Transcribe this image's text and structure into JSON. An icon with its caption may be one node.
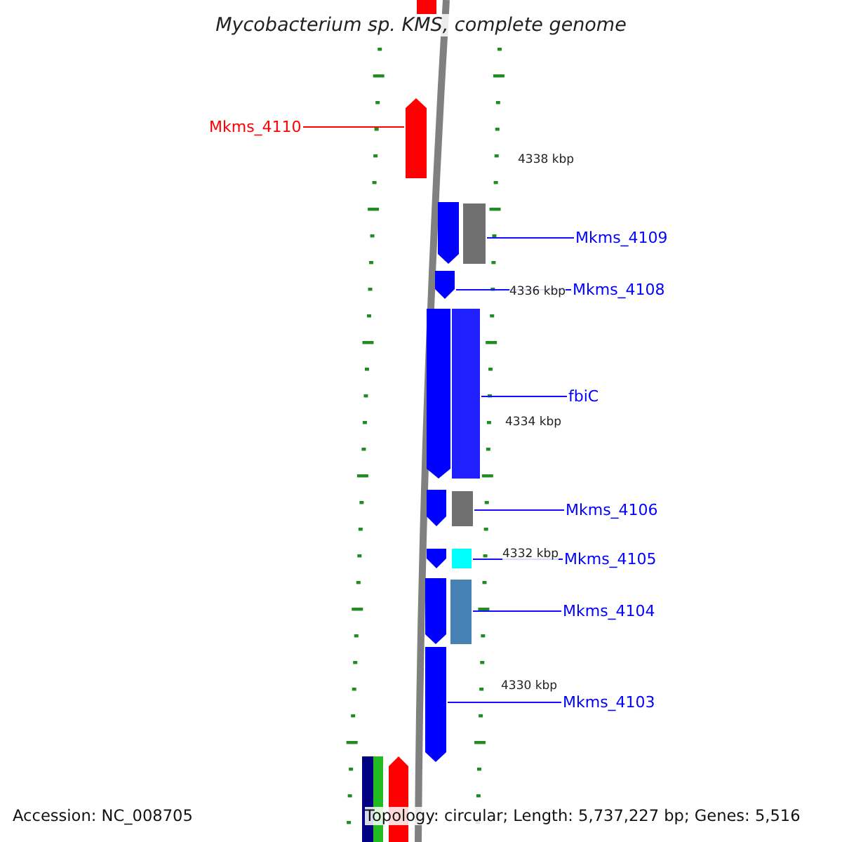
{
  "diagram": {
    "title": "Mycobacterium sp. KMS, complete genome",
    "nodes": [
      {
        "text": [
          "Mkms_4110"
        ]
      },
      {
        "text": [
          "Mkms_4109"
        ]
      },
      {
        "text": [
          "Mkms_4108"
        ]
      },
      {
        "text": [
          "fbiC"
        ]
      },
      {
        "text": [
          "Mkms_4106"
        ]
      },
      {
        "text": [
          "Mkms_4105"
        ]
      },
      {
        "text": [
          "Mkms_4104"
        ]
      },
      {
        "text": [
          "Mkms_4103"
        ]
      },
      {
        "text": [],
        "shape": "bar"
      },
      {
        "text": [],
        "shape": "bar"
      },
      {
        "text": [],
        "shape": "bar"
      },
      {
        "text": [],
        "shape": "bar"
      },
      {
        "text": [],
        "shape": "bar"
      },
      {
        "text": [],
        "shape": "bar"
      },
      {
        "text": [],
        "shape": "bar"
      },
      {
        "text": [],
        "shape": "bar"
      },
      {
        "text": [],
        "shape": "bar"
      },
      {
        "text": [],
        "shape": "bar"
      },
      {
        "text": [],
        "shape": "bar"
      },
      {
        "text": [],
        "shape": "bar"
      },
      {
        "text": [],
        "shape": "bar"
      },
      {
        "text": [],
        "shape": "bar"
      },
      {
        "text": [],
        "shape": "bar"
      },
      {
        "text": [],
        "shape": "bar"
      },
      {
        "text": [],
        "shape": "bar"
      }
    ],
    "edges": [
      {
        "from": 0,
        "to": 8,
        "arrow": "none",
        "color": "#ff0000"
      },
      {
        "from": 1,
        "to": 9,
        "arrow": "none"
      },
      {
        "from": 2,
        "to": 10,
        "arrow": "none"
      },
      {
        "from": 3,
        "to": 11,
        "arrow": "none"
      },
      {
        "from": 4,
        "to": 12,
        "arrow": "none"
      },
      {
        "from": 5,
        "to": 13,
        "arrow": "none"
      },
      {
        "from": 6,
        "to": 14,
        "arrow": "none"
      },
      {
        "from": 7,
        "to": 15,
        "arrow": "none"
      }
    ],
    "labels": [
      "4338 kbp",
      "4336 kbp",
      "4334 kbp",
      "4332 kbp",
      "4330 kbp",
      "Accession: NC_008705",
      "Topology: circular; Length: 5,737,227 bp; Genes: 5,516"
    ]
  }
}
